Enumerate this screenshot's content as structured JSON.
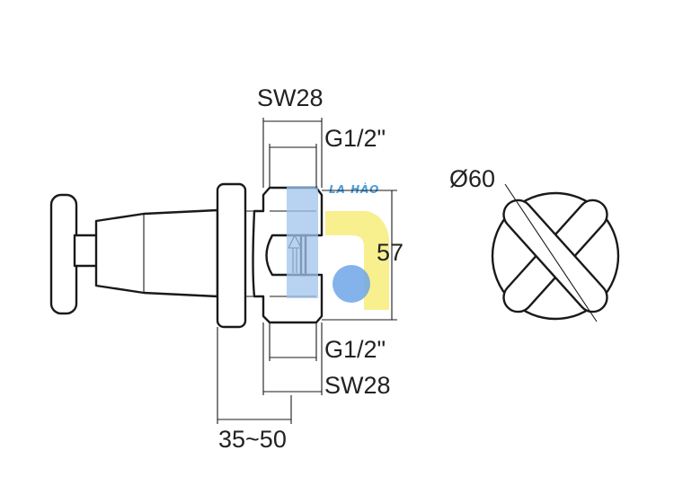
{
  "dimensions": {
    "top_wrench": "SW28",
    "top_thread": "G1/2\"",
    "height": "57",
    "bottom_thread": "G1/2\"",
    "bottom_wrench": "SW28",
    "depth": "35~50",
    "diameter": "Ø60"
  },
  "watermark": {
    "text": "LA HÀO",
    "colors": {
      "blue": "#9fc4ec",
      "yellow": "#f5e96a",
      "text": "#4aa0e0"
    }
  },
  "line_color": "#1a1a1a"
}
